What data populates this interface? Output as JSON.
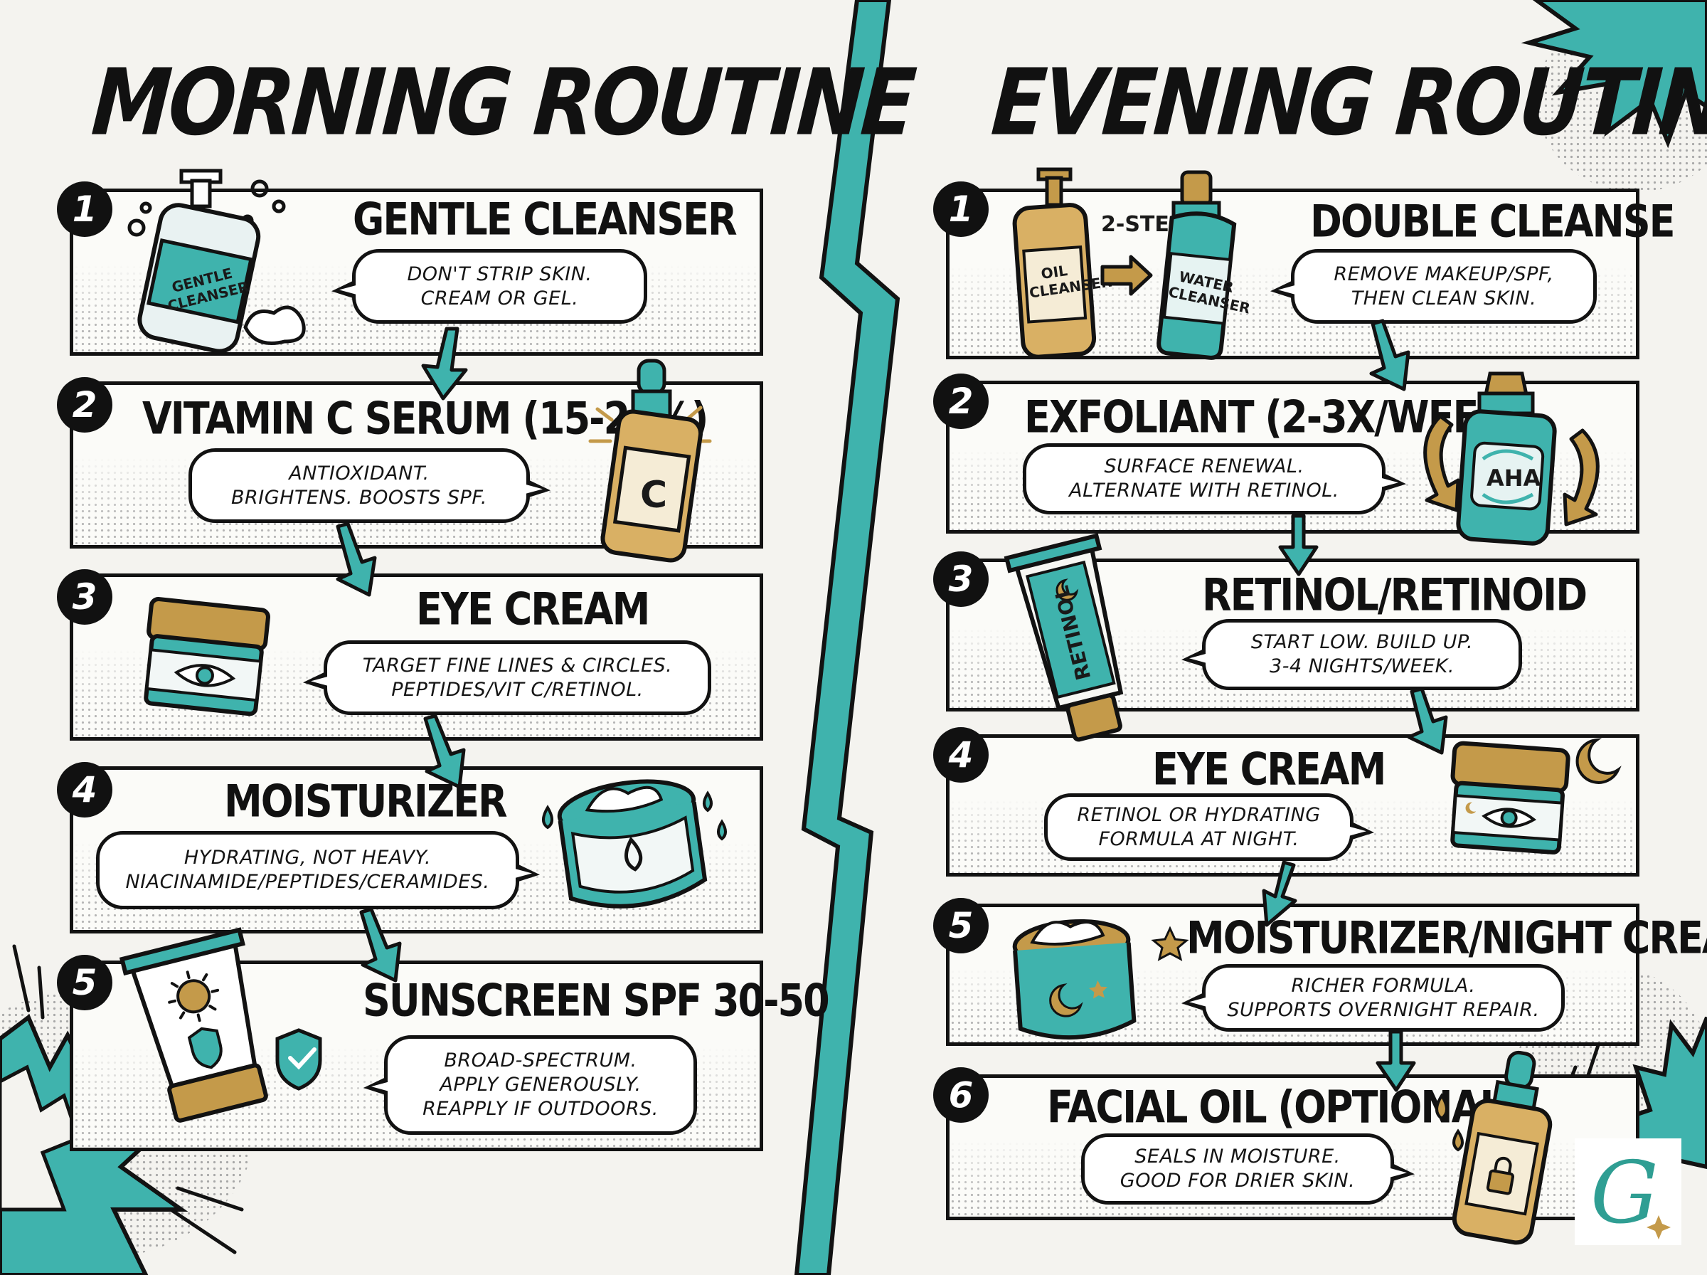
{
  "colors": {
    "teal": "#3fb3ad",
    "gold": "#c49a4a",
    "ink": "#121212",
    "paper": "#f4f3ef"
  },
  "morning": {
    "title": "MORNING ROUTINE",
    "steps": [
      {
        "num": "1",
        "title": "GENTLE CLEANSER",
        "text": "DON'T STRIP SKIN.\nCREAM OR GEL.",
        "product_label": "GENTLE\nCLEANSER",
        "icon": "pump-bottle-icon"
      },
      {
        "num": "2",
        "title": "VITAMIN C SERUM (15-20%)",
        "text": "ANTIOXIDANT.\nBRIGHTENS. BOOSTS SPF.",
        "product_label": "C",
        "icon": "dropper-bottle-icon"
      },
      {
        "num": "3",
        "title": "EYE CREAM",
        "text": "TARGET FINE LINES & CIRCLES.\nPEPTIDES/VIT C/RETINOL.",
        "icon": "eye-cream-jar-icon"
      },
      {
        "num": "4",
        "title": "MOISTURIZER",
        "text": "HYDRATING, NOT HEAVY.\nNIACINAMIDE/PEPTIDES/CERAMIDES.",
        "icon": "moisturizer-jar-icon"
      },
      {
        "num": "5",
        "title": "SUNSCREEN SPF 30-50",
        "text": "BROAD-SPECTRUM.\nAPPLY GENEROUSLY.\nREAPPLY IF OUTDOORS.",
        "icon": "sunscreen-tube-icon"
      }
    ]
  },
  "evening": {
    "title": "EVENING ROUTINE",
    "steps": [
      {
        "num": "1",
        "title": "DOUBLE CLEANSE",
        "text": "REMOVE MAKEUP/SPF,\nTHEN CLEAN SKIN.",
        "badge": "2-STEP",
        "product_label_1": "OIL\nCLEANSER",
        "product_label_2": "WATER\nCLEANSER",
        "icon": "two-bottles-icon"
      },
      {
        "num": "2",
        "title": "EXFOLIANT (2-3X/WEEK)",
        "text": "SURFACE RENEWAL.\nALTERNATE WITH RETINOL.",
        "product_label": "AHA",
        "icon": "aha-bottle-icon"
      },
      {
        "num": "3",
        "title": "RETINOL/RETINOID",
        "text": "START LOW. BUILD UP.\n3-4 NIGHTS/WEEK.",
        "product_label": "RETINOL",
        "icon": "retinol-tube-icon"
      },
      {
        "num": "4",
        "title": "EYE CREAM",
        "text": "RETINOL OR HYDRATING\nFORMULA AT NIGHT.",
        "icon": "night-eye-cream-icon"
      },
      {
        "num": "5",
        "title": "MOISTURIZER/NIGHT CREAM",
        "text": "RICHER FORMULA.\nSUPPORTS OVERNIGHT REPAIR.",
        "icon": "night-cream-jar-icon"
      },
      {
        "num": "6",
        "title": "FACIAL OIL (OPTIONAL)",
        "text": "SEALS IN MOISTURE.\nGOOD FOR DRIER SKIN.",
        "icon": "oil-dropper-icon"
      }
    ]
  },
  "logo": {
    "letter": "G"
  }
}
